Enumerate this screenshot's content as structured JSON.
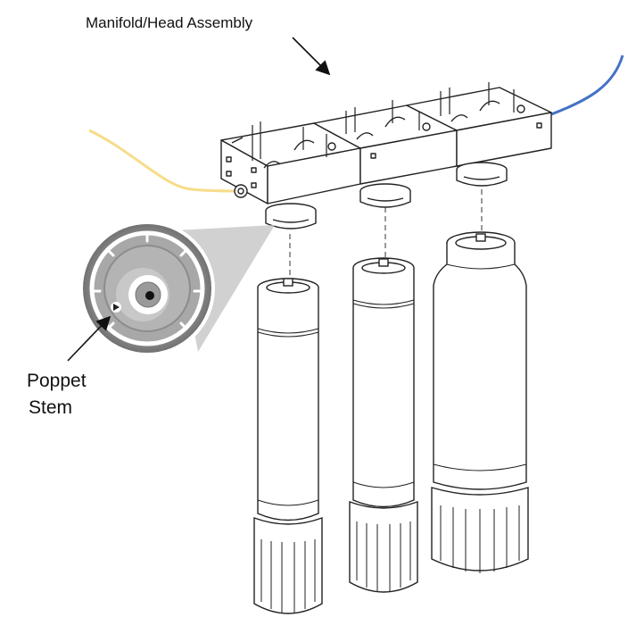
{
  "labels": {
    "manifold": "Manifold/Head Assembly",
    "poppet_line1": "Poppet",
    "poppet_line2": "Stem"
  },
  "colors": {
    "inlet_tube": "#f7dc8a",
    "outlet_tube": "#4472c4",
    "line": "#222222",
    "zoom_bg": "#8a8a8a",
    "zoom_ring": "#ffffff",
    "callout_shade": "#c9c9c9"
  },
  "filters": [
    "filter-1",
    "filter-2",
    "filter-3"
  ]
}
